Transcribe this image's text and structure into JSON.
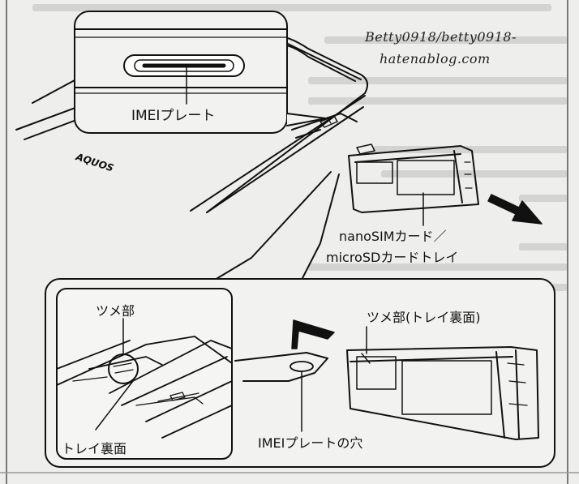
{
  "watermark": {
    "line1": "Betty0918/betty0918-",
    "line2": "hatenablog.com"
  },
  "device": {
    "brand": "AQUOS"
  },
  "labels": {
    "imei_plate": "IMEIプレート",
    "tray_name_line1": "nanoSIMカード／",
    "tray_name_line2": "microSDカードトレイ",
    "claw_part": "ツメ部",
    "claw_part_tray_back": "ツメ部(トレイ裏面)",
    "tray_back": "トレイ裏面",
    "imei_plate_hole": "IMEIプレートの穴"
  }
}
